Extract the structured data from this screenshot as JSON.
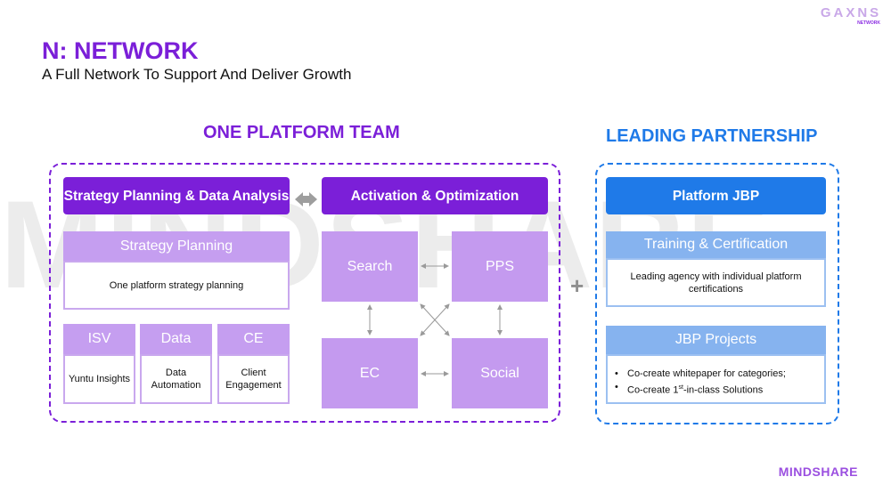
{
  "logo": {
    "text": "GAXNS",
    "sub": "NETWORK"
  },
  "header": {
    "title": "N: NETWORK",
    "subtitle": "A Full Network To Support And Deliver Growth"
  },
  "watermark": "MINDSHARE",
  "platform_team": {
    "title": "ONE PLATFORM TEAM",
    "strategy_header": "Strategy Planning & Data Analysis",
    "strategy_planning": {
      "label": "Strategy Planning",
      "desc": "One platform strategy planning"
    },
    "cards": [
      {
        "label": "ISV",
        "desc": "Yuntu Insights"
      },
      {
        "label": "Data",
        "desc": "Data Automation"
      },
      {
        "label": "CE",
        "desc": "Client Engagement"
      }
    ],
    "activation_header": "Activation & Optimization",
    "channels": {
      "search": "Search",
      "pps": "PPS",
      "ec": "EC",
      "social": "Social"
    }
  },
  "plus": "+",
  "partnership": {
    "title": "LEADING PARTNERSHIP",
    "jbp_header": "Platform JBP",
    "training": {
      "label": "Training & Certification",
      "desc": "Leading agency with individual platform certifications"
    },
    "projects": {
      "label": "JBP Projects",
      "bullets": [
        "Co-create whitepaper for categories;"
      ],
      "bullet2_prefix": "Co-create 1",
      "bullet2_sup": "st",
      "bullet2_suffix": "-in-class Solutions"
    }
  },
  "footer_brand": "MINDSHARE",
  "colors": {
    "purple": "#7b1fd8",
    "light_purple": "#c49aef",
    "blue": "#1f7ae8",
    "light_blue": "#86b3ef"
  }
}
